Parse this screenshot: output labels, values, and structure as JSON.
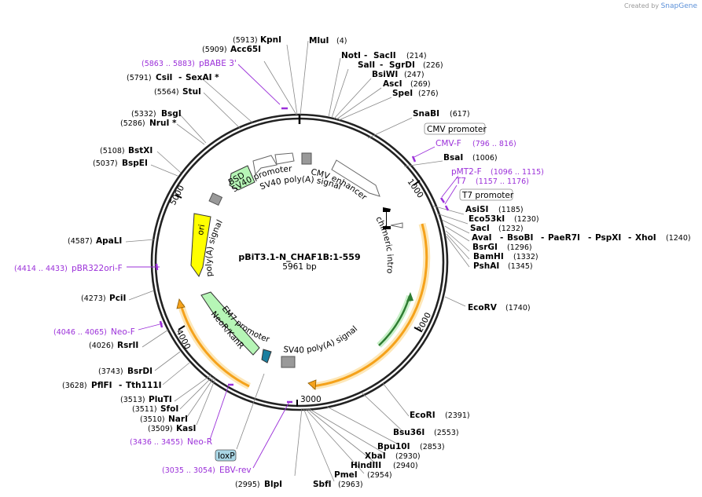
{
  "credit": {
    "prefix": "Created by",
    "brand": "SnapGene"
  },
  "plasmid": {
    "name": "pBiT3.1-N_CHAF1B:1-559",
    "size": "5961 bp"
  },
  "ticks": [
    "1000",
    "2000",
    "3000",
    "4000",
    "5000"
  ],
  "features": {
    "bsd": "BSD",
    "sv40_promoter": "SV40 promoter",
    "sv40_polya_top": "SV40 poly(A) signal",
    "cmv_enhancer": "CMV enhancer",
    "chimeric_intron": "chimeric intron",
    "polya_left": "poly(A) signal",
    "ori": "ori",
    "em7_promoter": "EM7 promoter",
    "neor": "NeoR/KanR",
    "sv40_polya_bottom": "SV40 poly(A) signal"
  },
  "boxed_labels": {
    "cmv_promoter": "CMV promoter",
    "t7_promoter": "T7 promoter",
    "loxp": "loxP"
  },
  "sites": [
    {
      "name": "KpnI",
      "pos": "(5913)"
    },
    {
      "name": "Acc65I",
      "pos": "(5909)"
    },
    {
      "name": "MluI",
      "pos": "(4)"
    },
    {
      "name": "NotI",
      "name2": "SacII",
      "pos": "(214)"
    },
    {
      "name": "SalI",
      "name2": "SgrDI",
      "pos": "(226)"
    },
    {
      "name": "BsiWI",
      "pos": "(247)"
    },
    {
      "name": "AscI",
      "pos": "(269)"
    },
    {
      "name": "SpeI",
      "pos": "(276)"
    },
    {
      "name": "SnaBI",
      "pos": "(617)"
    },
    {
      "name": "BsaI",
      "pos": "(1006)"
    },
    {
      "name": "AsiSI",
      "pos": "(1185)"
    },
    {
      "name": "Eco53kI",
      "pos": "(1230)"
    },
    {
      "name": "SacI",
      "pos": "(1232)"
    },
    {
      "name": "AvaI",
      "name2": "BsoBI",
      "name3": "PaeR7I",
      "name4": "PspXI",
      "name5": "XhoI",
      "pos": "(1240)"
    },
    {
      "name": "BsrGI",
      "pos": "(1296)"
    },
    {
      "name": "BamHI",
      "pos": "(1332)"
    },
    {
      "name": "PshAI",
      "pos": "(1345)"
    },
    {
      "name": "EcoRV",
      "pos": "(1740)"
    },
    {
      "name": "EcoRI",
      "pos": "(2391)"
    },
    {
      "name": "Bsu36I",
      "pos": "(2553)"
    },
    {
      "name": "Bpu10I",
      "pos": "(2853)"
    },
    {
      "name": "XbaI",
      "pos": "(2930)"
    },
    {
      "name": "HindIII",
      "pos": "(2940)"
    },
    {
      "name": "PmeI",
      "pos": "(2954)"
    },
    {
      "name": "SbfI",
      "pos": "(2963)"
    },
    {
      "name": "BlpI",
      "pos": "(2995)"
    },
    {
      "name": "SexAI *",
      "name0": "CsiI",
      "pos": "(5791)"
    },
    {
      "name": "StuI",
      "pos": "(5564)"
    },
    {
      "name": "BsgI",
      "pos": "(5332)"
    },
    {
      "name": "NruI *",
      "pos": "(5286)"
    },
    {
      "name": "BstXI",
      "pos": "(5108)"
    },
    {
      "name": "BspEI",
      "pos": "(5037)"
    },
    {
      "name": "ApaLI",
      "pos": "(4587)"
    },
    {
      "name": "PciI",
      "pos": "(4273)"
    },
    {
      "name": "RsrII",
      "pos": "(4026)"
    },
    {
      "name": "BsrDI",
      "pos": "(3743)"
    },
    {
      "name": "PflFI",
      "name2": "Tth111I",
      "pos": "(3628)"
    },
    {
      "name": "PluTI",
      "pos": "(3513)"
    },
    {
      "name": "SfoI",
      "pos": "(3511)"
    },
    {
      "name": "NarI",
      "pos": "(3510)"
    },
    {
      "name": "KasI",
      "pos": "(3509)"
    }
  ],
  "primers": [
    {
      "name": "pBABE 3'",
      "pos": "(5863 .. 5883)"
    },
    {
      "name": "CMV-F",
      "pos": "(796 .. 816)"
    },
    {
      "name": "pMT2-F",
      "pos": "(1096 .. 1115)"
    },
    {
      "name": "T7",
      "pos": "(1157 .. 1176)"
    },
    {
      "name": "pBR322ori-F",
      "pos": "(4414 .. 4433)"
    },
    {
      "name": "Neo-F",
      "pos": "(4046 .. 4065)"
    },
    {
      "name": "Neo-R",
      "pos": "(3436 .. 3455)"
    },
    {
      "name": "EBV-rev",
      "pos": "(3035 .. 3054)"
    }
  ],
  "colors": {
    "primer": "#9b30d9",
    "orf": "#f5a21b",
    "ori": "#ffff00",
    "marker": "#b6f5b6",
    "hatch": "#2e7d32"
  }
}
